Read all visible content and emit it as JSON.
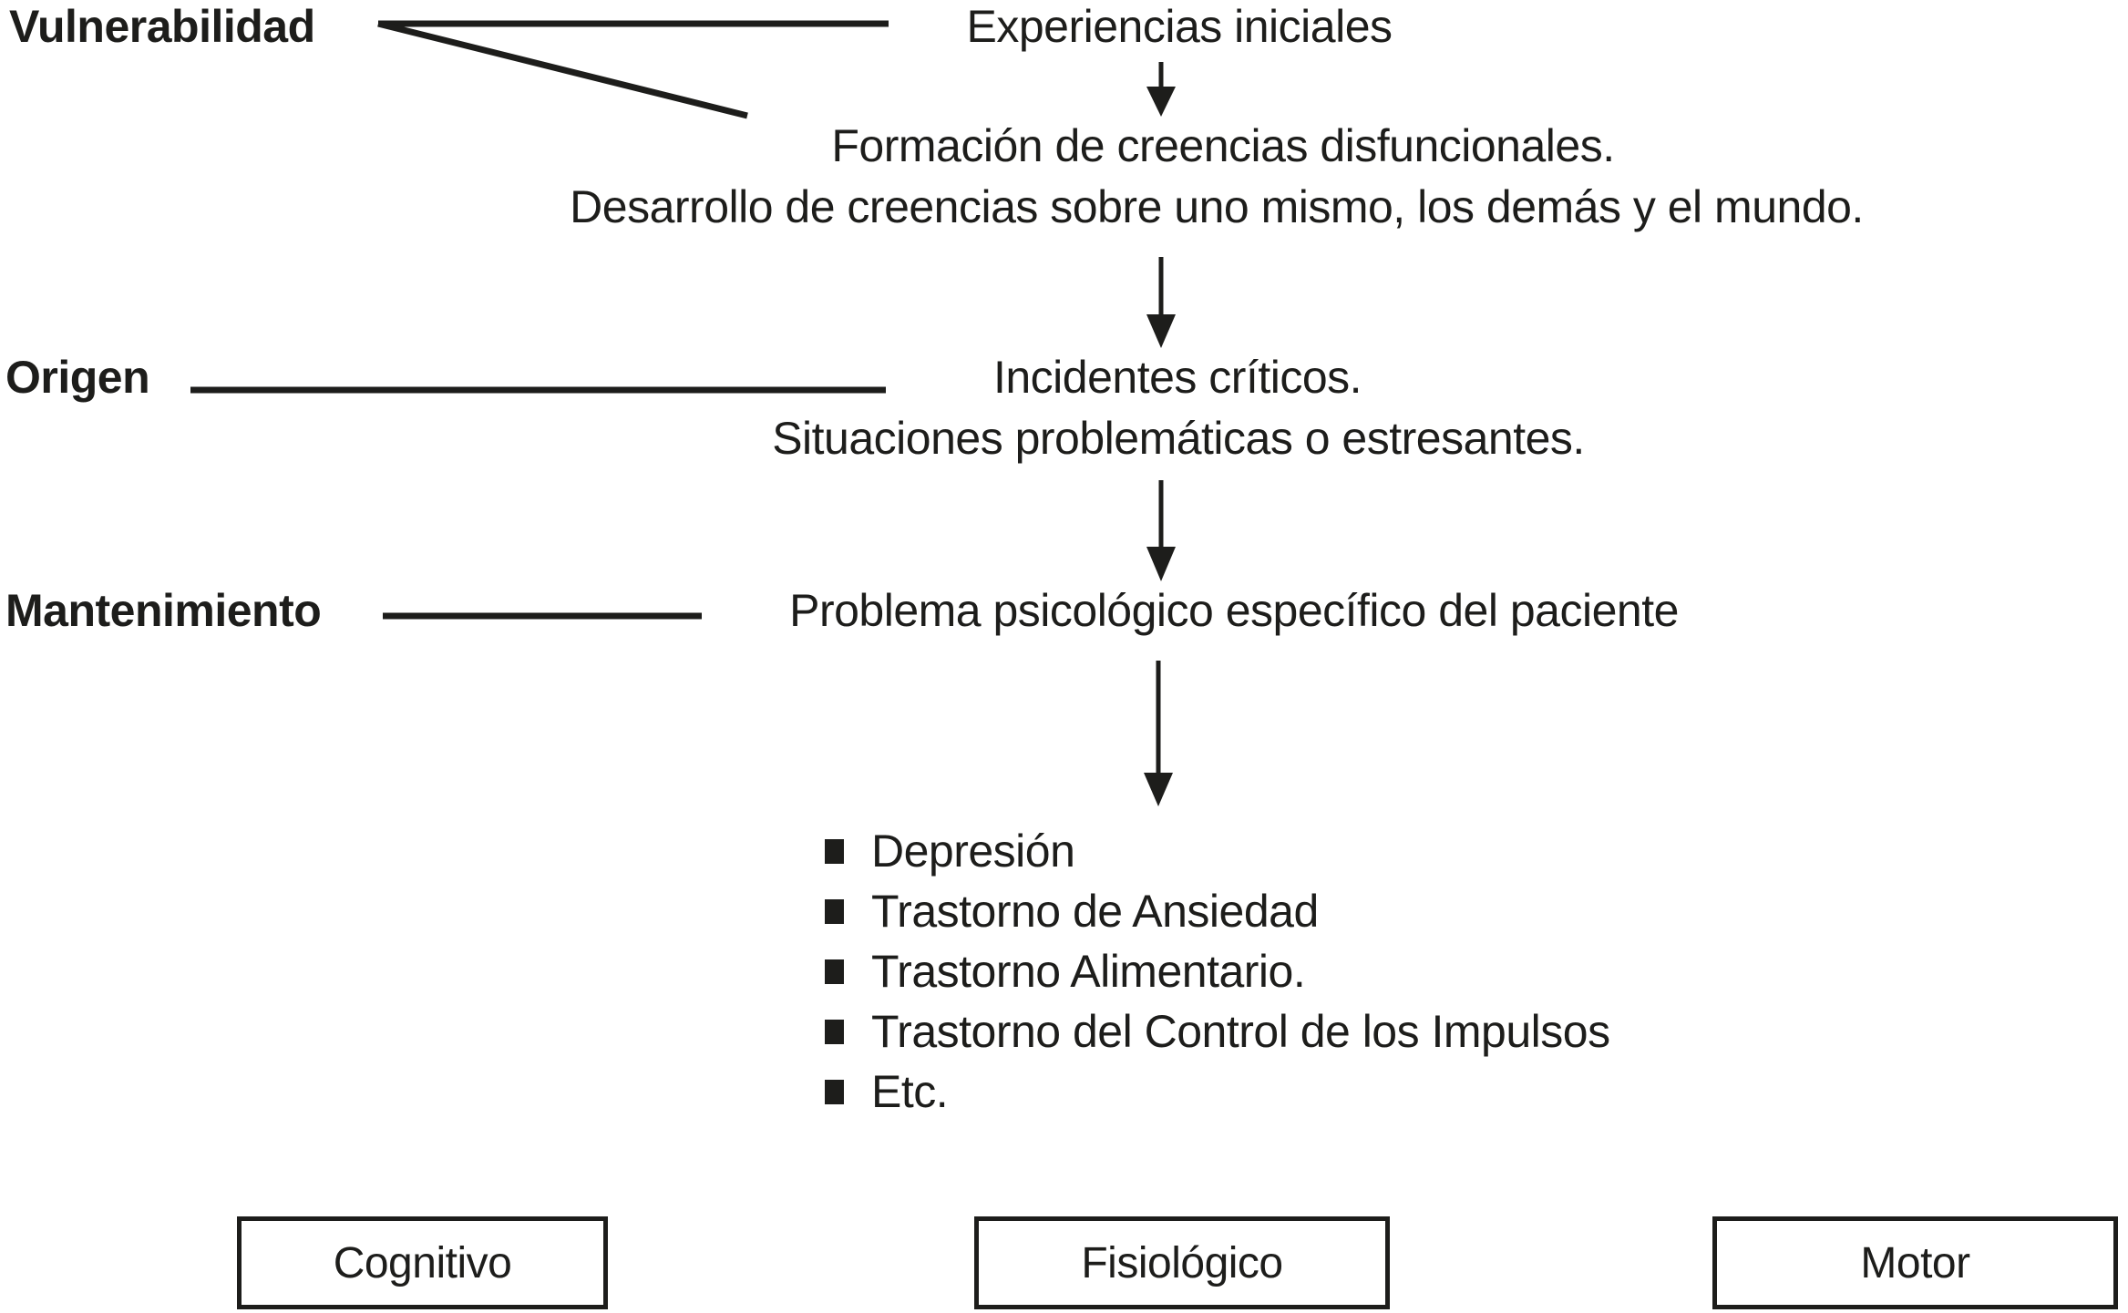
{
  "diagram": {
    "stage_labels": {
      "vulnerability": "Vulnerabilidad",
      "origin": "Origen",
      "maintenance": "Mantenimiento"
    },
    "nodes": {
      "initial_experiences": "Experiencias iniciales",
      "beliefs_line1": "Formación de creencias disfuncionales.",
      "beliefs_line2": "Desarrollo de creencias sobre uno mismo, los demás y el mundo.",
      "incidents_line1": "Incidentes críticos.",
      "incidents_line2": "Situaciones problemáticas o estresantes.",
      "specific_problem": "Problema psicológico específico del paciente"
    },
    "disorders": [
      "Depresión",
      "Trastorno de Ansiedad",
      "Trastorno Alimentario.",
      "Trastorno del Control de los Impulsos",
      "Etc."
    ],
    "response_systems": [
      "Cognitivo",
      "Fisiológico",
      "Motor"
    ],
    "colors": {
      "ink": "#1d1d1b",
      "background": "#ffffff"
    }
  }
}
